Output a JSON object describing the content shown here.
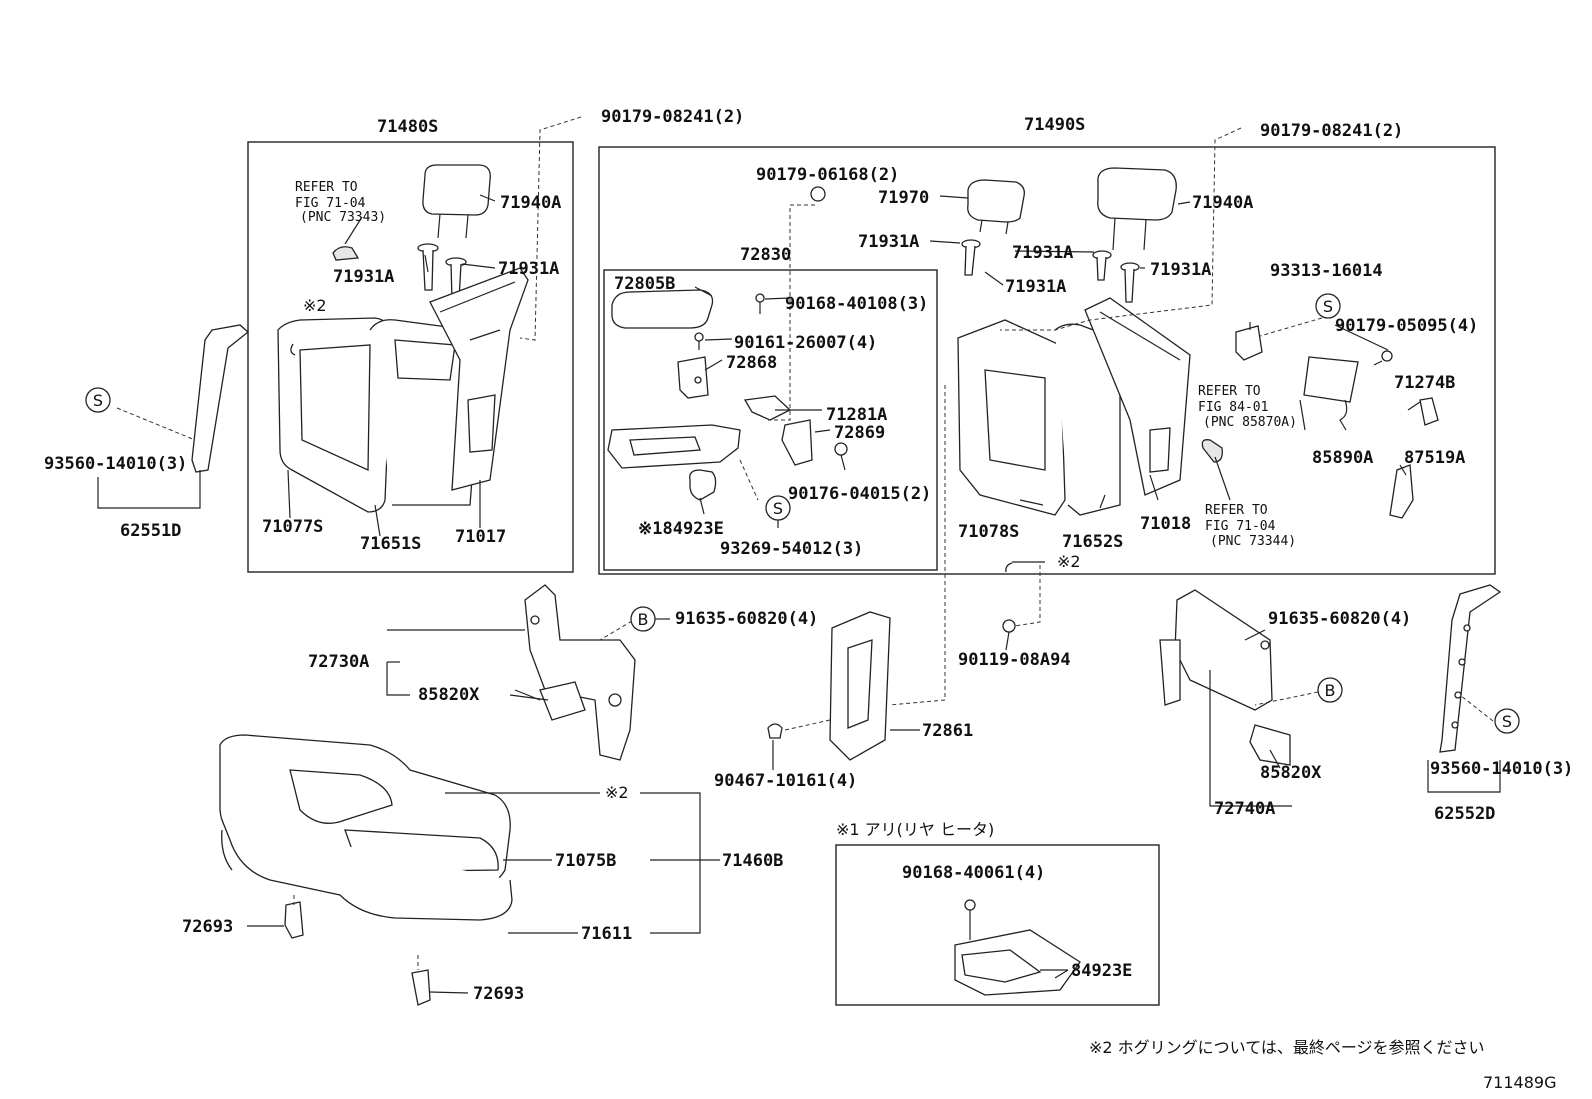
{
  "assemblies": {
    "left_back": "71480S",
    "right_back": "71490S",
    "armrest": "72830"
  },
  "refer_notes": {
    "left_top": [
      "REFER TO",
      "FIG 71-04",
      "(PNC 73343)"
    ],
    "right_mid": [
      "REFER TO",
      "FIG 84-01",
      "(PNC 85870A)"
    ],
    "right_bottom": [
      "REFER TO",
      "FIG 71-04",
      "(PNC 73344)"
    ]
  },
  "parts": {
    "p_90179_08241_left": "90179-08241(2)",
    "p_90179_08241_right": "90179-08241(2)",
    "p_71940A_left": "71940A",
    "p_71940A_right": "71940A",
    "p_71931A_l1": "71931A",
    "p_71931A_l2": "71931A",
    "p_71931A_r1": "71931A",
    "p_71931A_r2": "71931A",
    "p_71931A_r3": "71931A",
    "p_71931A_r4": "71931A",
    "p_note2_left": "※2",
    "p_93560_left": "93560-14010(3)",
    "p_62551D": "62551D",
    "p_71077S": "71077S",
    "p_71651S": "71651S",
    "p_71017": "71017",
    "p_90179_06168": "90179-06168(2)",
    "p_71970": "71970",
    "p_72805B": "72805B",
    "p_90168_40108": "90168-40108(3)",
    "p_90161_26007": "90161-26007(4)",
    "p_72868": "72868",
    "p_71281A": "71281A",
    "p_72869": "72869",
    "p_90176_04015": "90176-04015(2)",
    "p_84923E_note1": "※184923E",
    "p_93269_54012": "93269-54012(3)",
    "p_93313_16014": "93313-16014",
    "p_90179_05095": "90179-05095(4)",
    "p_71274B": "71274B",
    "p_85890A": "85890A",
    "p_87519A": "87519A",
    "p_71078S": "71078S",
    "p_71652S": "71652S",
    "p_71018": "71018",
    "p_note2_mid": "※2",
    "p_91635_left": "91635-60820(4)",
    "p_72730A": "72730A",
    "p_85820X_left": "85820X",
    "p_90119_08A94": "90119-08A94",
    "p_72861": "72861",
    "p_90467_10161": "90467-10161(4)",
    "p_91635_right": "91635-60820(4)",
    "p_85820X_right": "85820X",
    "p_72740A": "72740A",
    "p_93560_right": "93560-14010(3)",
    "p_62552D": "62552D",
    "p_note2_cushion": "※2",
    "p_71075B": "71075B",
    "p_71460B": "71460B",
    "p_71611": "71611",
    "p_72693_a": "72693",
    "p_72693_b": "72693",
    "p_90168_40061": "90168-40061(4)",
    "p_84923E": "84923E"
  },
  "markers": {
    "s": "S",
    "b": "B"
  },
  "inset_title": "※1 アリ(リヤ ヒータ)",
  "footnote": "※2  ホグリングについては、最終ページを参照ください",
  "figure_id": "711489G"
}
